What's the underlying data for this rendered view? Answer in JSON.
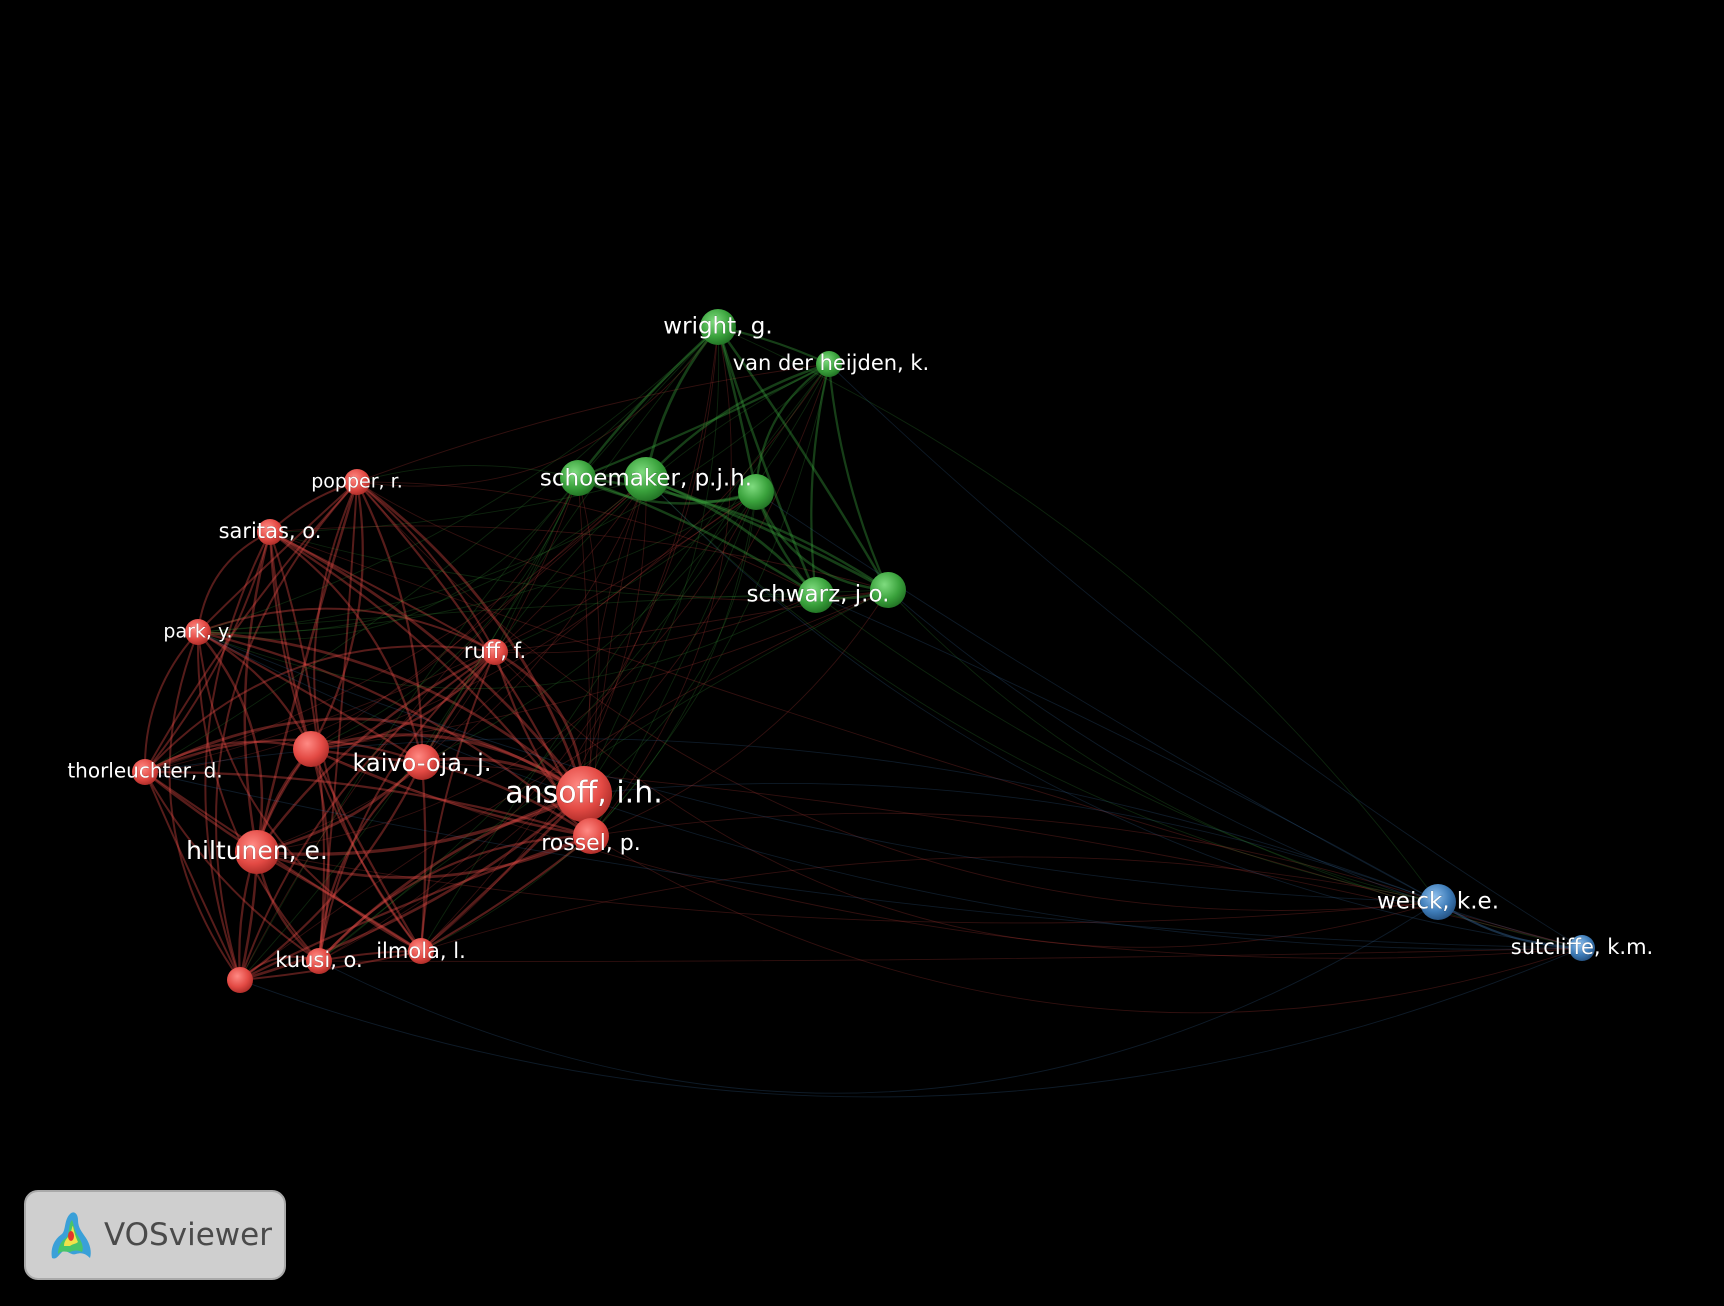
{
  "app": {
    "name": "VOSviewer"
  },
  "clusters": {
    "red": "#e34a44",
    "green": "#3aa23c",
    "blue": "#3e7cb8"
  },
  "nodes": [
    {
      "id": "ansoff",
      "label": "ansoff, i.h.",
      "cluster": "red",
      "weight": 5
    },
    {
      "id": "hiltunen",
      "label": "hiltunen, e.",
      "cluster": "red",
      "weight": 4
    },
    {
      "id": "rossel",
      "label": "rossel, p.",
      "cluster": "red",
      "weight": 3
    },
    {
      "id": "kaivooja",
      "label": "kaivo-oja, j.",
      "cluster": "red",
      "weight": 3
    },
    {
      "id": "redhub",
      "label": "",
      "cluster": "red",
      "weight": 3
    },
    {
      "id": "ruff",
      "label": "ruff, f.",
      "cluster": "red",
      "weight": 2
    },
    {
      "id": "saritas",
      "label": "saritas, o.",
      "cluster": "red",
      "weight": 2
    },
    {
      "id": "popper",
      "label": "popper, r.",
      "cluster": "red",
      "weight": 2
    },
    {
      "id": "park",
      "label": "park, y.",
      "cluster": "red",
      "weight": 2
    },
    {
      "id": "thorleuchter",
      "label": "thorleuchter, d.",
      "cluster": "red",
      "weight": 2
    },
    {
      "id": "kuusi",
      "label": "kuusi, o.",
      "cluster": "red",
      "weight": 2
    },
    {
      "id": "ilmola",
      "label": "ilmola, l.",
      "cluster": "red",
      "weight": 2
    },
    {
      "id": "redlow",
      "label": "",
      "cluster": "red",
      "weight": 2
    },
    {
      "id": "wright",
      "label": "wright, g.",
      "cluster": "green",
      "weight": 3
    },
    {
      "id": "vdh",
      "label": "van der heijden, k.",
      "cluster": "green",
      "weight": 2
    },
    {
      "id": "schoemaker",
      "label": "schoemaker, p.j.h.",
      "cluster": "green",
      "weight": 4
    },
    {
      "id": "gleft",
      "label": "",
      "cluster": "green",
      "weight": 3
    },
    {
      "id": "gright",
      "label": "",
      "cluster": "green",
      "weight": 3
    },
    {
      "id": "schwarz",
      "label": "schwarz, j.o.",
      "cluster": "green",
      "weight": 3
    },
    {
      "id": "gschw2",
      "label": "",
      "cluster": "green",
      "weight": 3
    },
    {
      "id": "weick",
      "label": "weick, k.e.",
      "cluster": "blue",
      "weight": 3
    },
    {
      "id": "sutcliffe",
      "label": "sutcliffe, k.m.",
      "cluster": "blue",
      "weight": 2
    }
  ]
}
